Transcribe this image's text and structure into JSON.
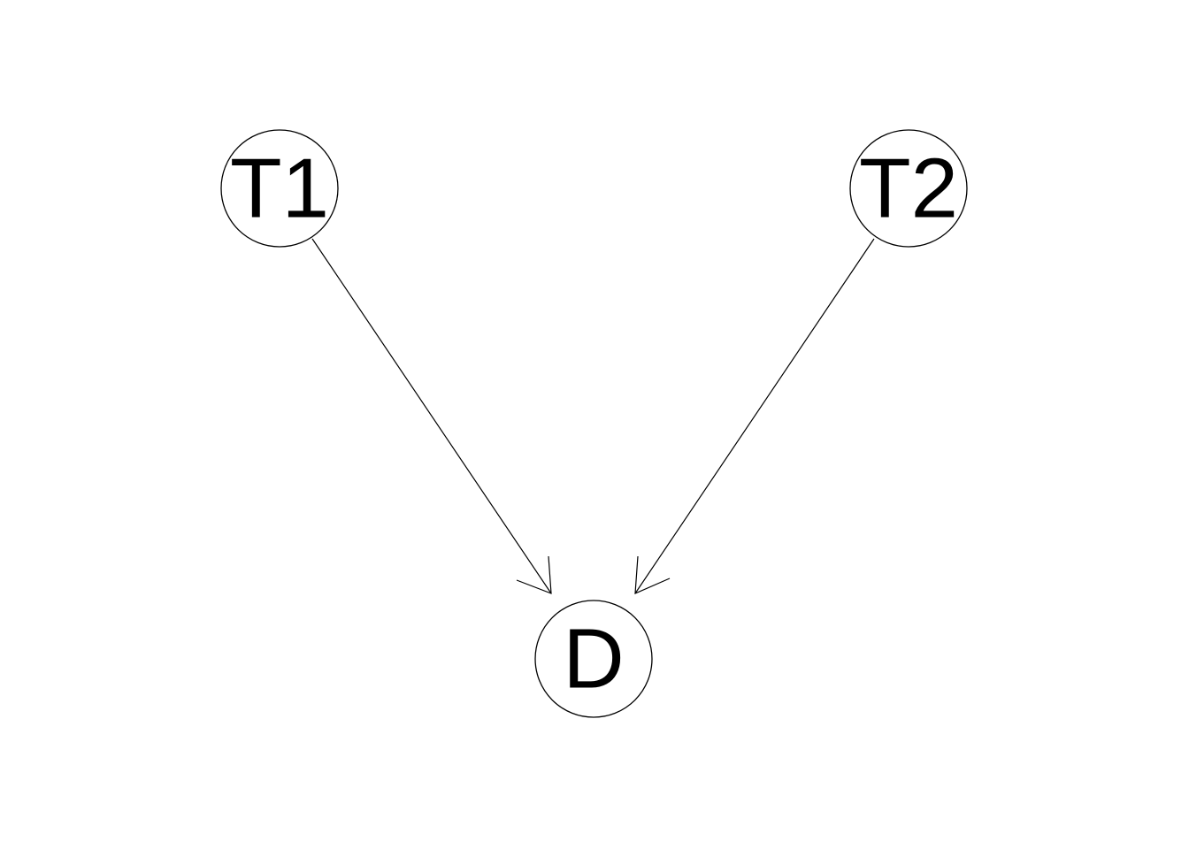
{
  "diagram": {
    "type": "directed-acyclic-graph",
    "background_color": "#ffffff",
    "stroke_color": "#000000",
    "nodes": [
      {
        "id": "T1",
        "label": "T1"
      },
      {
        "id": "T2",
        "label": "T2"
      },
      {
        "id": "D",
        "label": "D"
      }
    ],
    "edges": [
      {
        "from": "T1",
        "to": "D"
      },
      {
        "from": "T2",
        "to": "D"
      }
    ]
  }
}
